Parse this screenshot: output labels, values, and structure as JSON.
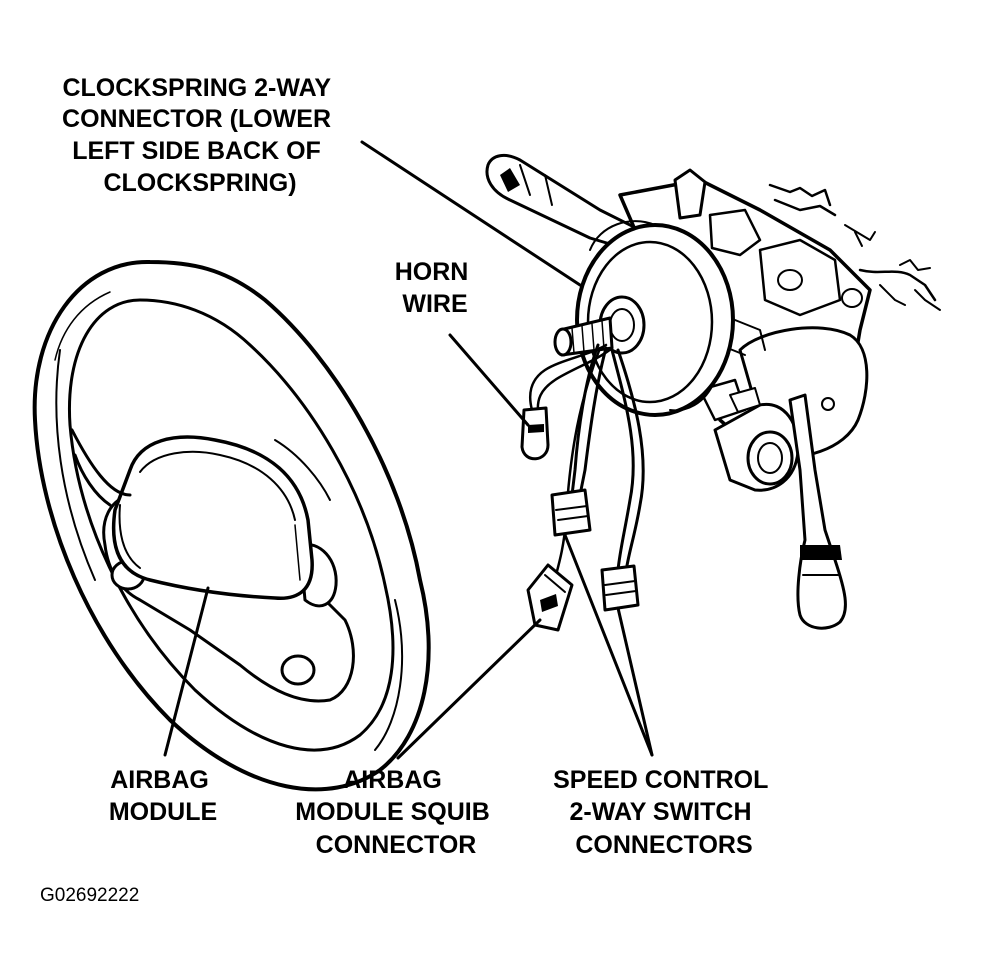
{
  "labels": {
    "clockspring_connector": [
      "CLOCKSPRING 2-WAY",
      "CONNECTOR (LOWER",
      "LEFT SIDE BACK OF",
      "CLOCKSPRING)"
    ],
    "horn_wire": [
      "HORN",
      "WIRE"
    ],
    "airbag_module": [
      "AIRBAG",
      "MODULE"
    ],
    "squib_connector": [
      "AIRBAG",
      "MODULE SQUIB",
      "CONNECTOR"
    ],
    "speed_control": [
      "SPEED CONTROL",
      "2-WAY SWITCH",
      "CONNECTORS"
    ]
  },
  "figure_id": "G02692222"
}
